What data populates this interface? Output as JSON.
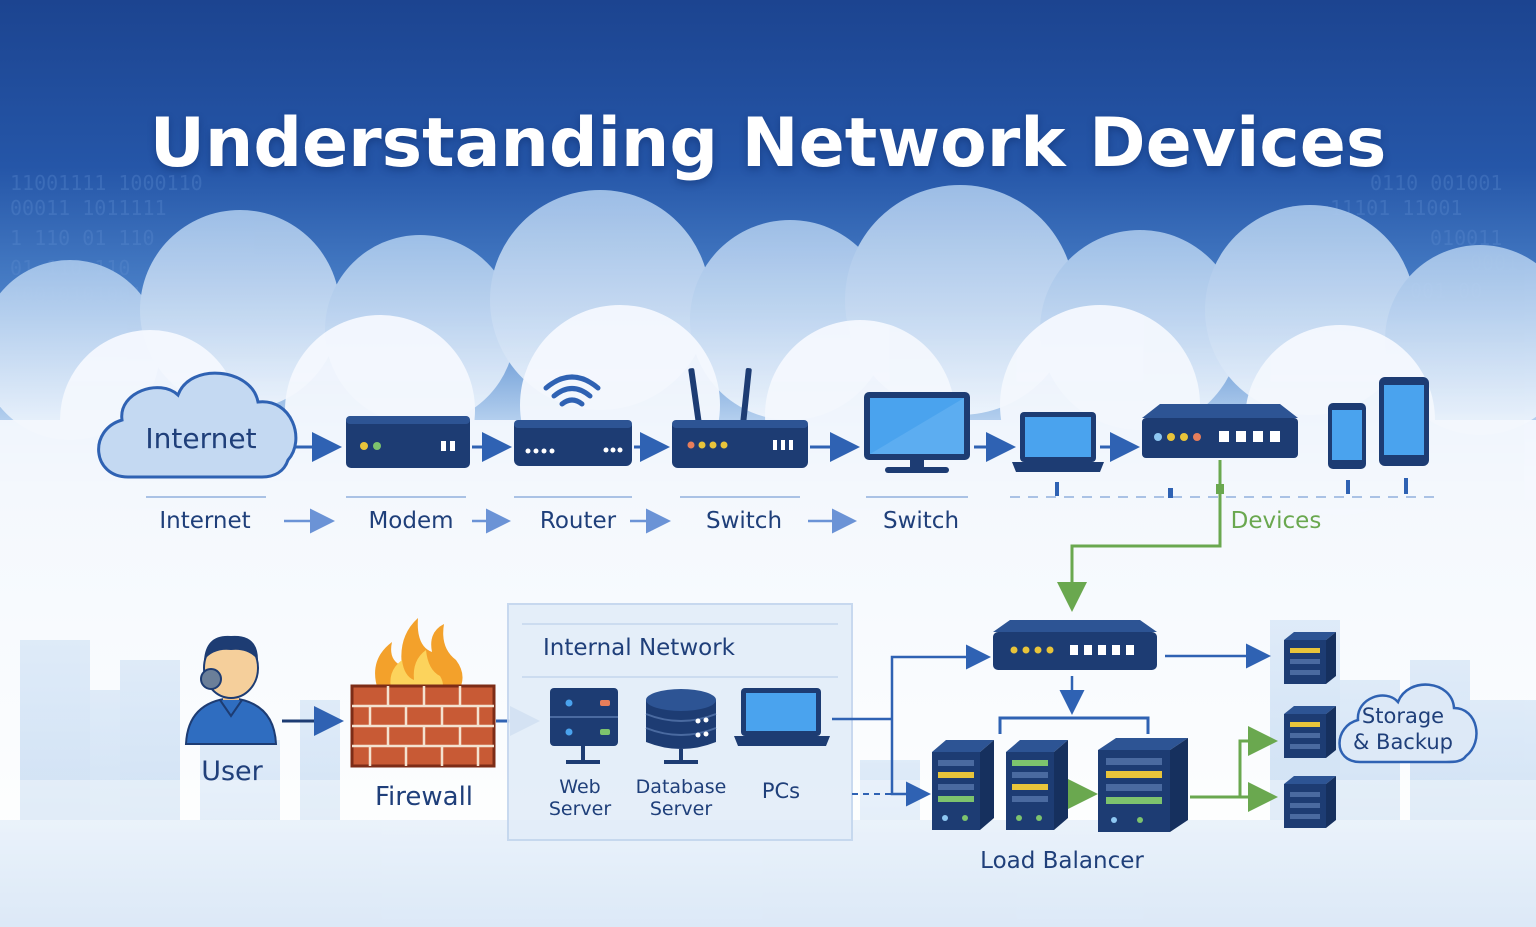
{
  "title": "Understanding Network Devices",
  "colors": {
    "navy": "#1d3c73",
    "blue_arrow": "#2f62b3",
    "green_link": "#6aa84f",
    "screen": "#4aa3ee",
    "firewall_brick": "#b84d2f",
    "flame": "#f3a12b",
    "label_text": "#1f3f7a"
  },
  "top_row": {
    "cloud_label": "Internet",
    "labels": [
      "Internet",
      "Modem",
      "Router",
      "Switch",
      "Switch",
      "Devices"
    ]
  },
  "bottom_row": {
    "user_label": "User",
    "firewall_label": "Firewall",
    "internal_network": {
      "title": "Internal Network",
      "web_server_line1": "Web",
      "web_server_line2": "Server",
      "database_server_line1": "Database",
      "database_server_line2": "Server",
      "pcs": "PCs"
    },
    "load_balancer_label": "Load Balancer",
    "storage_line1": "Storage",
    "storage_line2": "& Backup"
  },
  "icons": [
    "cloud-icon",
    "modem-icon",
    "router-icon",
    "wifi-icon",
    "switch-icon",
    "monitor-icon",
    "laptop-icon",
    "tablet-icon",
    "phone-icon",
    "user-icon",
    "firewall-icon",
    "flame-icon",
    "web-server-icon",
    "database-icon",
    "pc-icon",
    "server-rack-icon",
    "storage-icon"
  ]
}
